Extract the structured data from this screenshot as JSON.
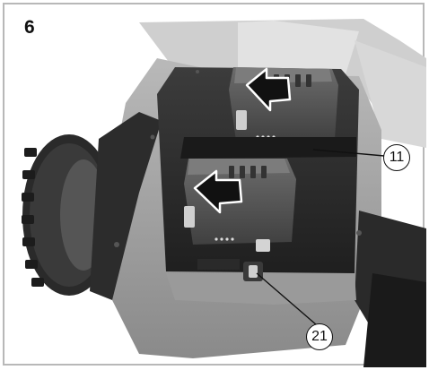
{
  "figure": {
    "number": "6"
  },
  "callouts": [
    {
      "label": "11"
    },
    {
      "label": "21"
    }
  ],
  "icons": [
    "arrow-insert-icon"
  ]
}
